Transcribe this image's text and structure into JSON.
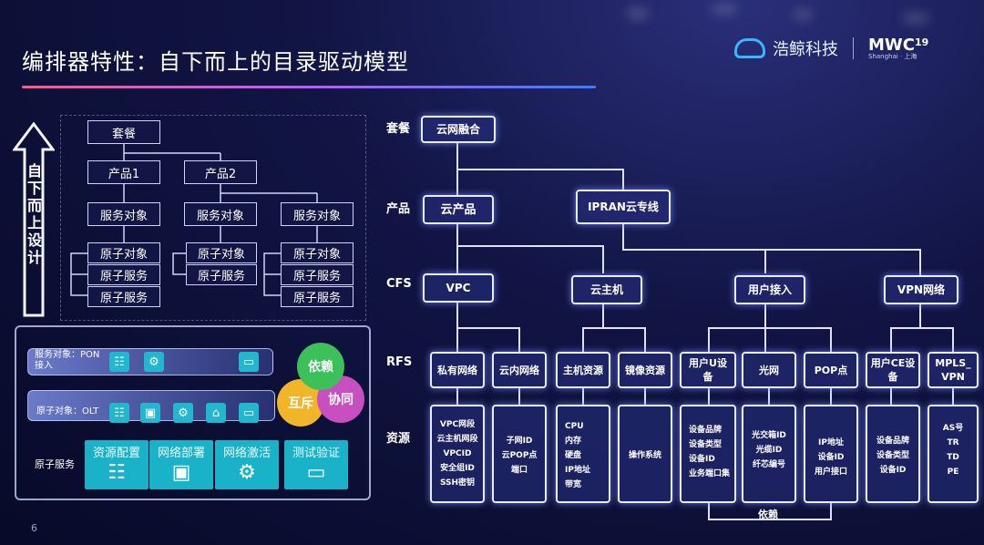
{
  "slide": {
    "title": "编排器特性：自下而上的目录驱动模型",
    "page_number": "6"
  },
  "brand": {
    "company": "浩鲸科技",
    "event": "MWC",
    "event_year": "19",
    "event_sub": "Shanghai · 上海"
  },
  "left_tree": {
    "vertical_label": [
      "自",
      "下",
      "而",
      "上",
      "设",
      "计"
    ],
    "package": "套餐",
    "products": [
      "产品1",
      "产品2"
    ],
    "service_objects": [
      "服务对象",
      "服务对象",
      "服务对象"
    ],
    "groups": [
      [
        "原子对象",
        "原子服务",
        "原子服务"
      ],
      [
        "原子对象",
        "原子服务"
      ],
      [
        "原子对象",
        "原子服务",
        "原子服务"
      ]
    ]
  },
  "left_panel": {
    "bar1_label": "服务对象：PON接入",
    "bar2_label": "原子对象：OLT",
    "atomic_label": "原子服务",
    "tiles": [
      "资源配置",
      "网络部署",
      "网络激活",
      "测试验证"
    ],
    "bubbles": {
      "dependency": "依赖",
      "mutex": "互斥",
      "collab": "协同"
    }
  },
  "diagram": {
    "row_labels": {
      "package": "套餐",
      "product": "产品",
      "cfs": "CFS",
      "rfs": "RFS",
      "resource": "资源"
    },
    "package": "云网融合",
    "products": [
      "云产品",
      "IPRAN云专线"
    ],
    "cfs": [
      "VPC",
      "云主机",
      "用户接入",
      "VPN网络"
    ],
    "rfs": [
      "私有网络",
      "云内网络",
      "主机资源",
      "镜像资源",
      "用户U设备",
      "光网",
      "POP点",
      "用户CE设备",
      "MPLS_VPN"
    ],
    "resources": [
      [
        "VPC网段",
        "云主机网段",
        "VPCID",
        "安全组ID",
        "SSH密钥"
      ],
      [
        "子网ID",
        "云POP点",
        "端口"
      ],
      [
        "CPU",
        "内存",
        "硬盘",
        "IP地址",
        "带宽"
      ],
      [
        "操作系统"
      ],
      [
        "设备品牌",
        "设备类型",
        "设备ID",
        "业务端口集"
      ],
      [
        "光交箱ID",
        "光缆ID",
        "纤芯编号"
      ],
      [
        "IP地址",
        "设备ID",
        "用户接口"
      ],
      [
        "设备品牌",
        "设备类型",
        "设备ID"
      ],
      [
        "AS号",
        "TR",
        "TD",
        "PE"
      ]
    ],
    "bottom_dependency": "依赖"
  }
}
